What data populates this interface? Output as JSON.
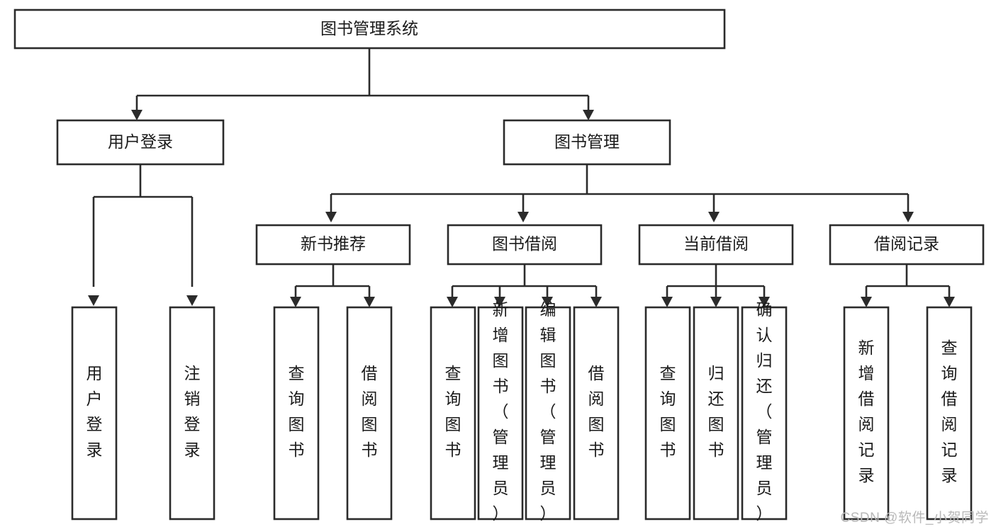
{
  "diagram": {
    "type": "tree-hierarchy",
    "title_label": "图书管理系统",
    "watermark": "CSDN @软件_小贺同学",
    "colors": {
      "box_stroke": "#2b2b2b",
      "box_fill": "#ffffff",
      "connector": "#2b2b2b",
      "text": "#1a1a1a",
      "background": "#ffffff",
      "watermark": "#b9b9b9"
    },
    "levels": {
      "root": {
        "label": "图书管理系统"
      },
      "level1": [
        {
          "label": "用户登录"
        },
        {
          "label": "图书管理"
        }
      ],
      "level2": [
        {
          "label": "新书推荐"
        },
        {
          "label": "图书借阅"
        },
        {
          "label": "当前借阅"
        },
        {
          "label": "借阅记录"
        }
      ],
      "leaves": {
        "user_login": [
          {
            "label": "用户登录"
          },
          {
            "label": "注销登录"
          }
        ],
        "new_book_recommend": [
          {
            "label": "查询图书"
          },
          {
            "label": "借阅图书"
          }
        ],
        "book_borrow": [
          {
            "label": "查询图书"
          },
          {
            "label": "新增图书（管理员）"
          },
          {
            "label": "编辑图书（管理员）"
          },
          {
            "label": "借阅图书"
          }
        ],
        "current_borrow": [
          {
            "label": "查询图书"
          },
          {
            "label": "归还图书"
          },
          {
            "label": "确认归还（管理员）"
          }
        ],
        "borrow_record": [
          {
            "label": "新增借阅记录"
          },
          {
            "label": "查询借阅记录"
          }
        ]
      }
    },
    "edges": [
      {
        "from": "图书管理系统",
        "to": "用户登录"
      },
      {
        "from": "图书管理系统",
        "to": "图书管理"
      },
      {
        "from": "用户登录",
        "to": "用户登录"
      },
      {
        "from": "用户登录",
        "to": "注销登录"
      },
      {
        "from": "图书管理",
        "to": "新书推荐"
      },
      {
        "from": "图书管理",
        "to": "图书借阅"
      },
      {
        "from": "图书管理",
        "to": "当前借阅"
      },
      {
        "from": "图书管理",
        "to": "借阅记录"
      },
      {
        "from": "新书推荐",
        "to": "查询图书"
      },
      {
        "from": "新书推荐",
        "to": "借阅图书"
      },
      {
        "from": "图书借阅",
        "to": "查询图书"
      },
      {
        "from": "图书借阅",
        "to": "新增图书（管理员）"
      },
      {
        "from": "图书借阅",
        "to": "编辑图书（管理员）"
      },
      {
        "from": "图书借阅",
        "to": "借阅图书"
      },
      {
        "from": "当前借阅",
        "to": "查询图书"
      },
      {
        "from": "当前借阅",
        "to": "归还图书"
      },
      {
        "from": "当前借阅",
        "to": "确认归还（管理员）"
      },
      {
        "from": "借阅记录",
        "to": "新增借阅记录"
      },
      {
        "from": "借阅记录",
        "to": "查询借阅记录"
      }
    ]
  }
}
